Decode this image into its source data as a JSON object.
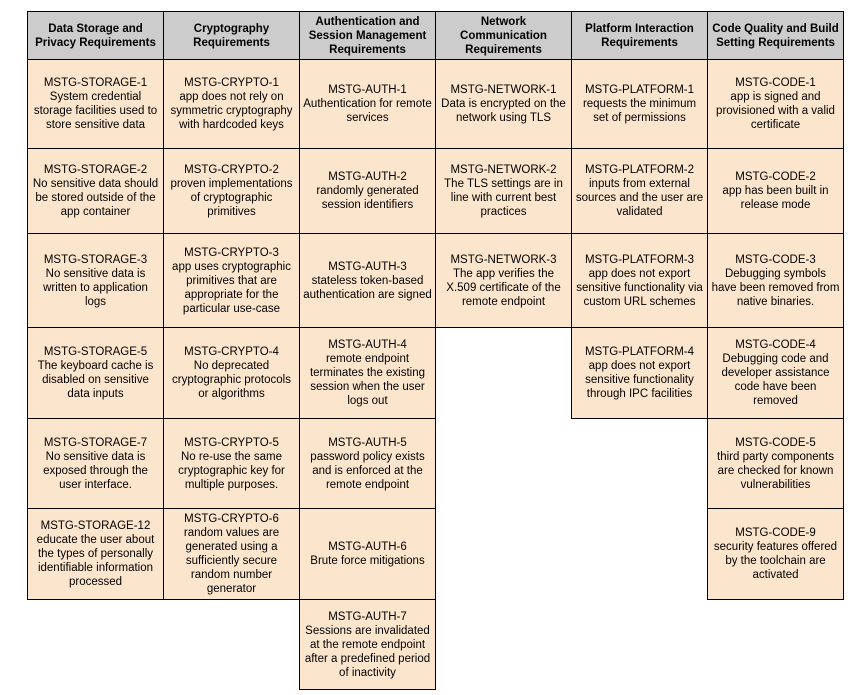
{
  "colors": {
    "header_bg": "#cccccc",
    "cell_bg": "#fce5cd",
    "border": "#000000"
  },
  "columns": [
    {
      "id": "data-storage",
      "header": "Data Storage and Privacy Requirements",
      "cells": [
        {
          "code": "MSTG-STORAGE-1",
          "desc": "System credential storage facilities used to store sensitive data"
        },
        {
          "code": "MSTG-STORAGE-2",
          "desc": "No sensitive data should be stored outside of the app container"
        },
        {
          "code": "MSTG-STORAGE-3",
          "desc": "No sensitive data is written to application logs"
        },
        {
          "code": "MSTG-STORAGE-5",
          "desc": "The keyboard cache is disabled on sensitive data inputs"
        },
        {
          "code": "MSTG-STORAGE-7",
          "desc": "No sensitive data is exposed through the user interface."
        },
        {
          "code": "MSTG-STORAGE-12",
          "desc": "educate the user about the types of personally identifiable information processed"
        }
      ]
    },
    {
      "id": "cryptography",
      "header": "Cryptography Requirements",
      "cells": [
        {
          "code": "MSTG-CRYPTO-1",
          "desc": "app does not rely on symmetric cryptography with hardcoded keys"
        },
        {
          "code": "MSTG-CRYPTO-2",
          "desc": "proven implementations of cryptographic primitives"
        },
        {
          "code": "MSTG-CRYPTO-3",
          "desc": "app uses cryptographic primitives that are appropriate for the particular use-case"
        },
        {
          "code": "MSTG-CRYPTO-4",
          "desc": "No deprecated cryptographic protocols or algorithms"
        },
        {
          "code": "MSTG-CRYPTO-5",
          "desc": "No re-use the same cryptographic key for multiple purposes."
        },
        {
          "code": "MSTG-CRYPTO-6",
          "desc": "random values are generated using a sufficiently secure random number generator"
        }
      ]
    },
    {
      "id": "authentication",
      "header": "Authentication and Session Management Requirements",
      "cells": [
        {
          "code": "MSTG-AUTH-1",
          "desc": "Authentication for remote services"
        },
        {
          "code": "MSTG-AUTH-2",
          "desc": "randomly generated session identifiers"
        },
        {
          "code": "MSTG-AUTH-3",
          "desc": "stateless token-based authentication are signed"
        },
        {
          "code": "MSTG-AUTH-4",
          "desc": "remote endpoint terminates the existing session when the user logs out"
        },
        {
          "code": "MSTG-AUTH-5",
          "desc": "password policy exists and is enforced at the remote endpoint"
        },
        {
          "code": "MSTG-AUTH-6",
          "desc": "Brute force mitigations"
        },
        {
          "code": "MSTG-AUTH-7",
          "desc": "Sessions are invalidated at the remote endpoint after a predefined period of inactivity"
        }
      ]
    },
    {
      "id": "network",
      "header": "Network Communication Requirements",
      "cells": [
        {
          "code": "MSTG-NETWORK-1",
          "desc": "Data is encrypted on the network using TLS"
        },
        {
          "code": "MSTG-NETWORK-2",
          "desc": "The TLS settings are in line with current best practices"
        },
        {
          "code": "MSTG-NETWORK-3",
          "desc": "The app verifies the X.509 certificate of the remote endpoint"
        }
      ]
    },
    {
      "id": "platform",
      "header": "Platform Interaction Requirements",
      "cells": [
        {
          "code": "MSTG-PLATFORM-1",
          "desc": "requests the minimum set of permissions"
        },
        {
          "code": "MSTG-PLATFORM-2",
          "desc": "inputs from external sources and the user are validated"
        },
        {
          "code": "MSTG-PLATFORM-3",
          "desc": "app does not export sensitive functionality via custom URL schemes"
        },
        {
          "code": "MSTG-PLATFORM-4",
          "desc": "app does not export sensitive functionality through IPC facilities"
        }
      ]
    },
    {
      "id": "code-quality",
      "header": "Code Quality and Build Setting Requirements",
      "cells": [
        {
          "code": "MSTG-CODE-1",
          "desc": "app is signed and provisioned with a valid certificate"
        },
        {
          "code": "MSTG-CODE-2",
          "desc": "app has been built in release mode"
        },
        {
          "code": "MSTG-CODE-3",
          "desc": "Debugging symbols have been removed from native binaries."
        },
        {
          "code": "MSTG-CODE-4",
          "desc": "Debugging code and developer assistance code have been removed"
        },
        {
          "code": "MSTG-CODE-5",
          "desc": "third party components are checked for known vulnerabilities"
        },
        {
          "code": "MSTG-CODE-9",
          "desc": "security features offered by the toolchain are activated"
        }
      ]
    }
  ]
}
